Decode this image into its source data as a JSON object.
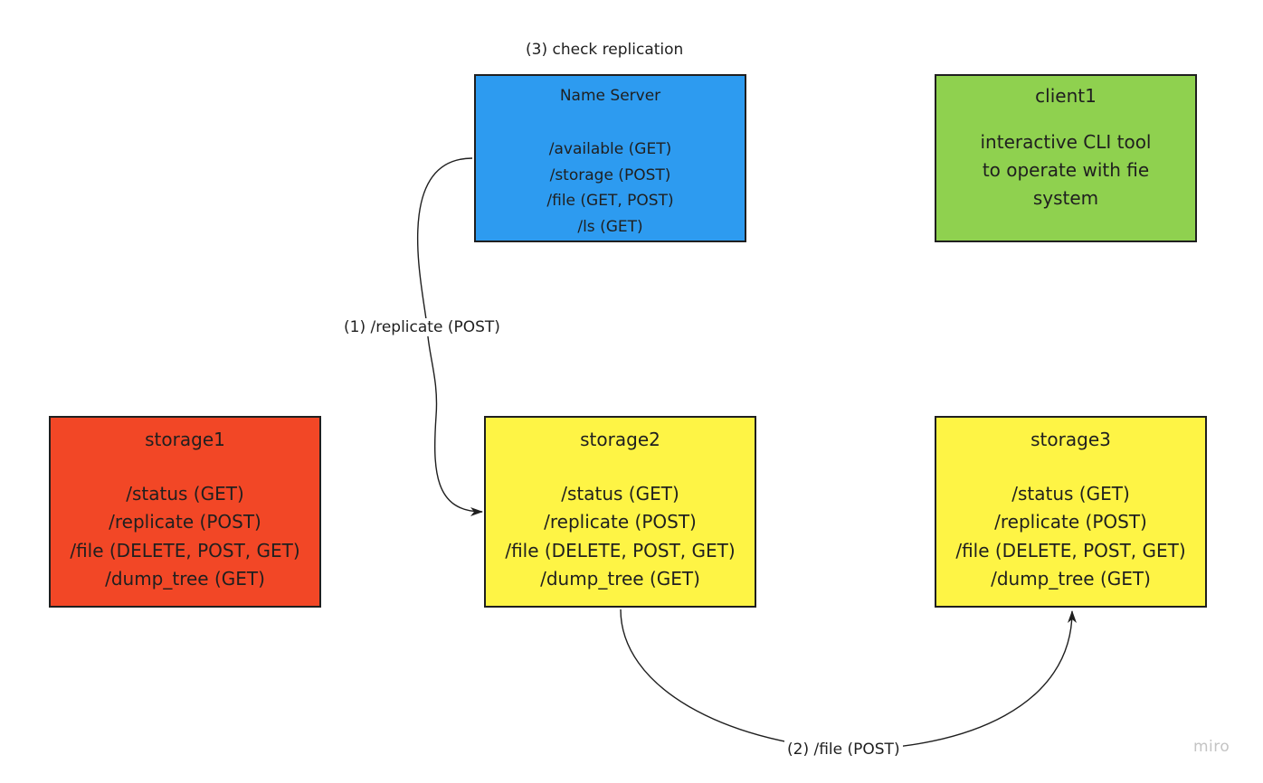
{
  "boxes": {
    "name_server": {
      "title": "Name Server",
      "lines": [
        "/available (GET)",
        "/storage (POST)",
        "/file (GET, POST)",
        "/ls (GET)"
      ],
      "color": "#2d9bf0"
    },
    "client1": {
      "title": "client1",
      "lines": [
        "interactive CLI tool",
        "to operate with fie",
        "system"
      ],
      "color": "#8fd14f"
    },
    "storage1": {
      "title": "storage1",
      "lines": [
        "/status (GET)",
        "/replicate (POST)",
        "/file (DELETE, POST, GET)",
        "/dump_tree (GET)"
      ],
      "color": "#f24726"
    },
    "storage2": {
      "title": "storage2",
      "lines": [
        "/status (GET)",
        "/replicate (POST)",
        "/file (DELETE, POST, GET)",
        "/dump_tree (GET)"
      ],
      "color": "#fef445"
    },
    "storage3": {
      "title": "storage3",
      "lines": [
        "/status (GET)",
        "/replicate (POST)",
        "/file (DELETE, POST, GET)",
        "/dump_tree (GET)"
      ],
      "color": "#fef445"
    }
  },
  "labels": {
    "check_replication": "(3) check replication",
    "replicate": "(1) /replicate (POST)",
    "file_post": "(2) /file (POST)"
  },
  "watermark": "miro"
}
